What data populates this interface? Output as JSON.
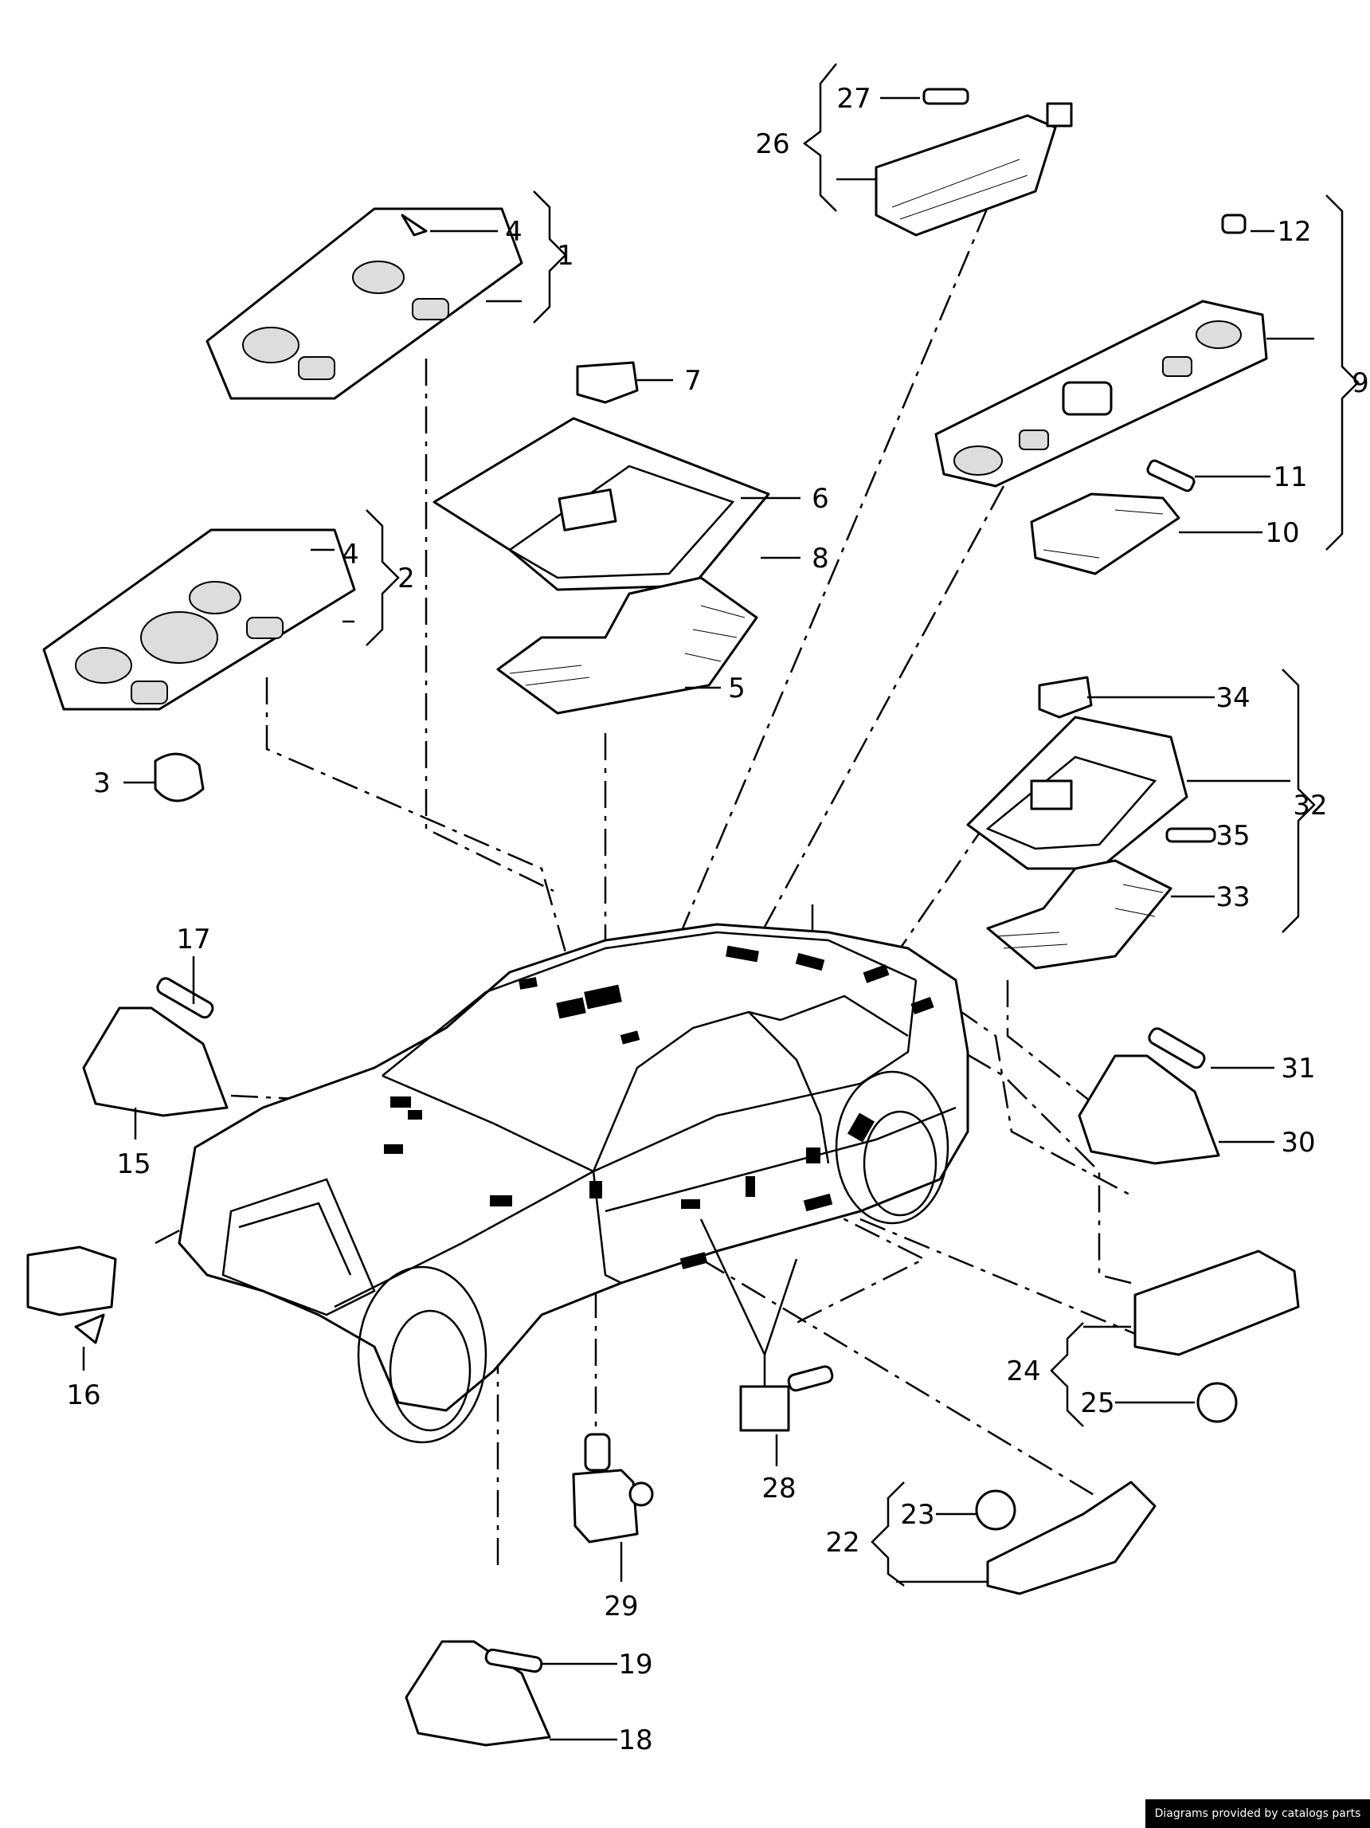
{
  "diagram": {
    "title": "Interior lights parts diagram",
    "callouts": [
      "1",
      "4",
      "4",
      "2",
      "3",
      "7",
      "6",
      "8",
      "5",
      "27",
      "26",
      "12",
      "9",
      "11",
      "10",
      "34",
      "32",
      "35",
      "33",
      "17",
      "15",
      "16",
      "31",
      "30",
      "24",
      "25",
      "22",
      "23",
      "28",
      "29",
      "19",
      "18"
    ]
  },
  "footer": {
    "text": "Diagrams provided by catalogs parts"
  }
}
